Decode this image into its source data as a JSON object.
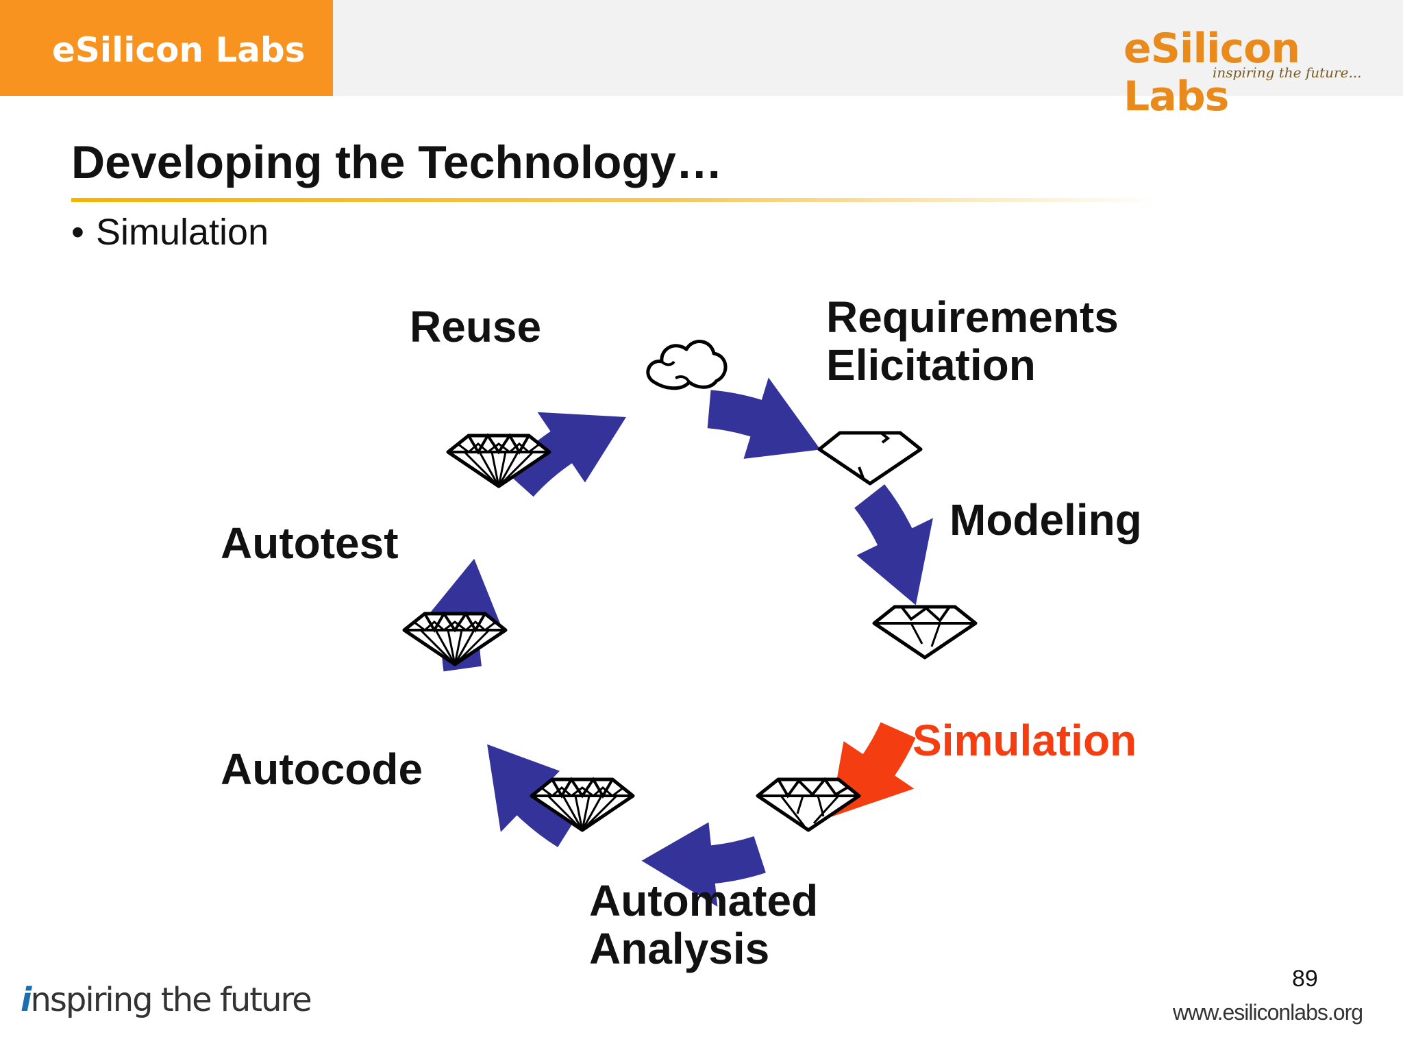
{
  "header": {
    "brand_tab": "eSilicon Labs",
    "logo_name": "eSilicon Labs",
    "logo_tagline": "inspiring the future..."
  },
  "slide": {
    "title": "Developing the Technology…",
    "bullet": "Simulation"
  },
  "cycle": {
    "active_stage": "Simulation",
    "colors": {
      "arrow": "#333399",
      "active_arrow": "#f53d12",
      "active_text": "#f53d12"
    },
    "stages": [
      {
        "label_line1": "Reuse",
        "label_line2": ""
      },
      {
        "label_line1": "Requirements",
        "label_line2": "Elicitation"
      },
      {
        "label_line1": "Modeling",
        "label_line2": ""
      },
      {
        "label_line1": "Simulation",
        "label_line2": ""
      },
      {
        "label_line1": "Automated",
        "label_line2": "Analysis"
      },
      {
        "label_line1": "Autocode",
        "label_line2": ""
      },
      {
        "label_line1": "Autotest",
        "label_line2": ""
      }
    ],
    "icons": [
      "rough-stone-icon",
      "rough-outline-gem-icon",
      "partial-gem-icon",
      "partial-cut-gem-icon",
      "faceted-gem-icon",
      "faceted-gem-icon",
      "faceted-gem-icon"
    ]
  },
  "footer": {
    "tagline_initial": "i",
    "tagline_rest": "nspiring the future",
    "page_number": "89",
    "url": "www.esiliconlabs.org"
  }
}
